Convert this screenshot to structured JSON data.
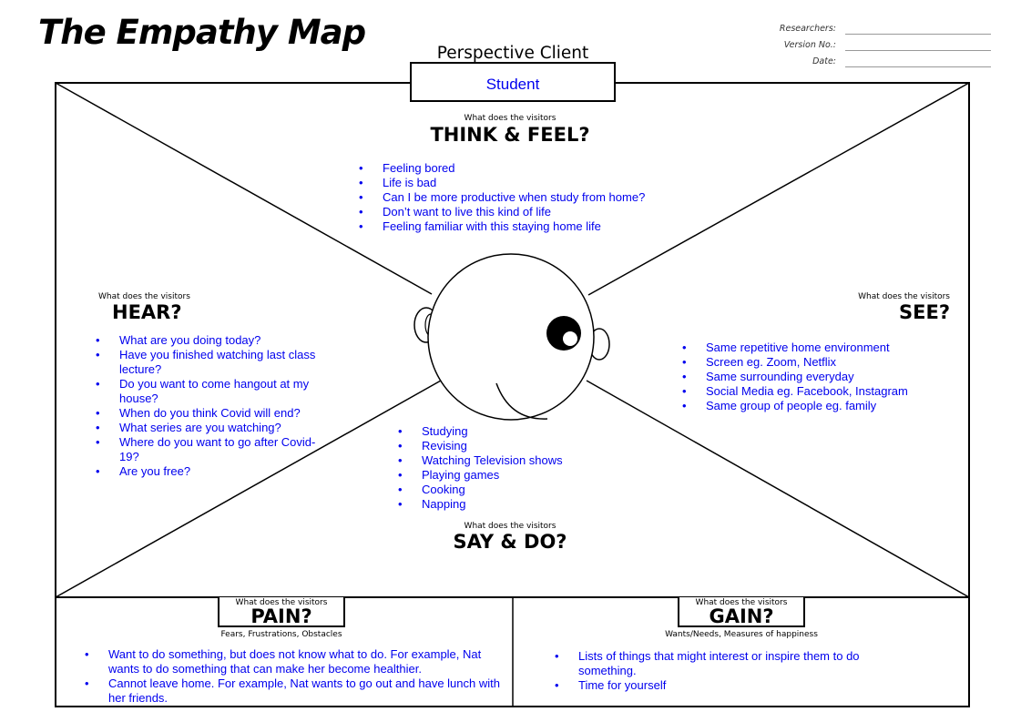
{
  "title": "The Empathy Map",
  "meta": {
    "researchers_label": "Researchers:",
    "version_label": "Version No.:",
    "date_label": "Date:"
  },
  "perspective": {
    "label": "Perspective Client",
    "value": "Student"
  },
  "think_feel": {
    "prefix": "What does the visitors",
    "heading": "THINK & FEEL?",
    "items": [
      "Feeling bored",
      "Life is bad",
      "Can I be more productive when study from home?",
      "Don’t want to live this kind of life",
      "Feeling familiar with this staying home life"
    ]
  },
  "hear": {
    "prefix": "What does the visitors",
    "heading": "HEAR?",
    "items": [
      "What are you doing today?",
      "Have you finished watching last class lecture?",
      "Do you want to come hangout at my house?",
      "When do you think Covid will end?",
      "What series are you watching?",
      "Where do you want to go after Covid-19?",
      "Are you free?"
    ]
  },
  "see": {
    "prefix": "What does the visitors",
    "heading": "SEE?",
    "items": [
      "Same repetitive home environment",
      "Screen eg. Zoom, Netflix",
      "Same surrounding everyday",
      "Social Media eg. Facebook, Instagram",
      "Same group of people eg. family"
    ]
  },
  "say_do": {
    "prefix": "What does the visitors",
    "heading": "SAY & DO?",
    "items": [
      "Studying",
      "Revising",
      "Watching Television shows",
      "Playing games",
      "Cooking",
      "Napping"
    ]
  },
  "pain": {
    "prefix": "What does the visitors",
    "heading": "PAIN?",
    "subtitle": "Fears, Frustrations, Obstacles",
    "items": [
      "Want to do something, but does not know what to do. For example, Nat wants to do something that can make her  become healthier.",
      "Cannot leave home. For example, Nat wants to go out and have lunch with her friends."
    ]
  },
  "gain": {
    "prefix": "What does the visitors",
    "heading": "GAIN?",
    "subtitle": "Wants/Needs, Measures of happiness",
    "items": [
      "Lists of things that might interest or inspire them to do something.",
      "Time for yourself"
    ]
  },
  "colors": {
    "text_accent": "#0000ee",
    "lines": "#000000"
  }
}
